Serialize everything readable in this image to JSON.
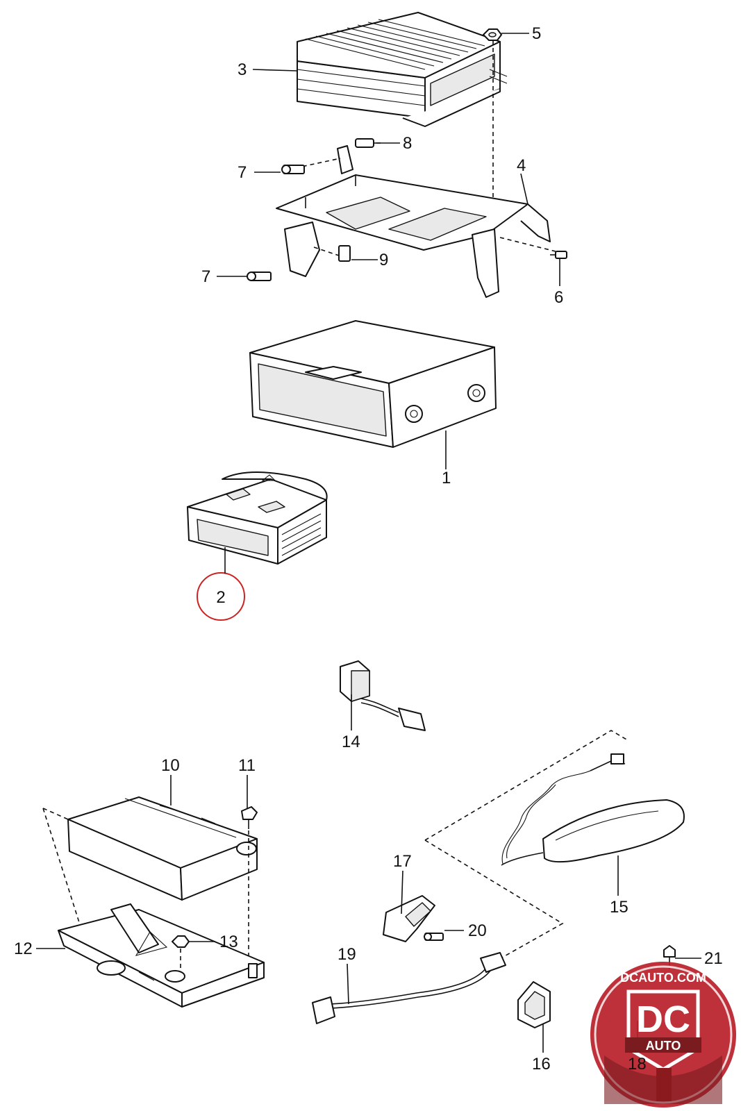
{
  "callouts": {
    "c1": "1",
    "c2": "2",
    "c3": "3",
    "c4": "4",
    "c5": "5",
    "c6": "6",
    "c7a": "7",
    "c7b": "7",
    "c8": "8",
    "c9": "9",
    "c10": "10",
    "c11": "11",
    "c12": "12",
    "c13": "13",
    "c14": "14",
    "c15": "15",
    "c16": "16",
    "c17": "17",
    "c18": "18",
    "c19": "19",
    "c20": "20",
    "c21": "21"
  },
  "logo": {
    "site": "DCAUTO.COM",
    "mark": "DC",
    "word": "AUTO"
  },
  "colors": {
    "highlight_circle": "#cc2222",
    "logo_red": "#b8202a",
    "logo_dark": "#7a1c1f"
  }
}
